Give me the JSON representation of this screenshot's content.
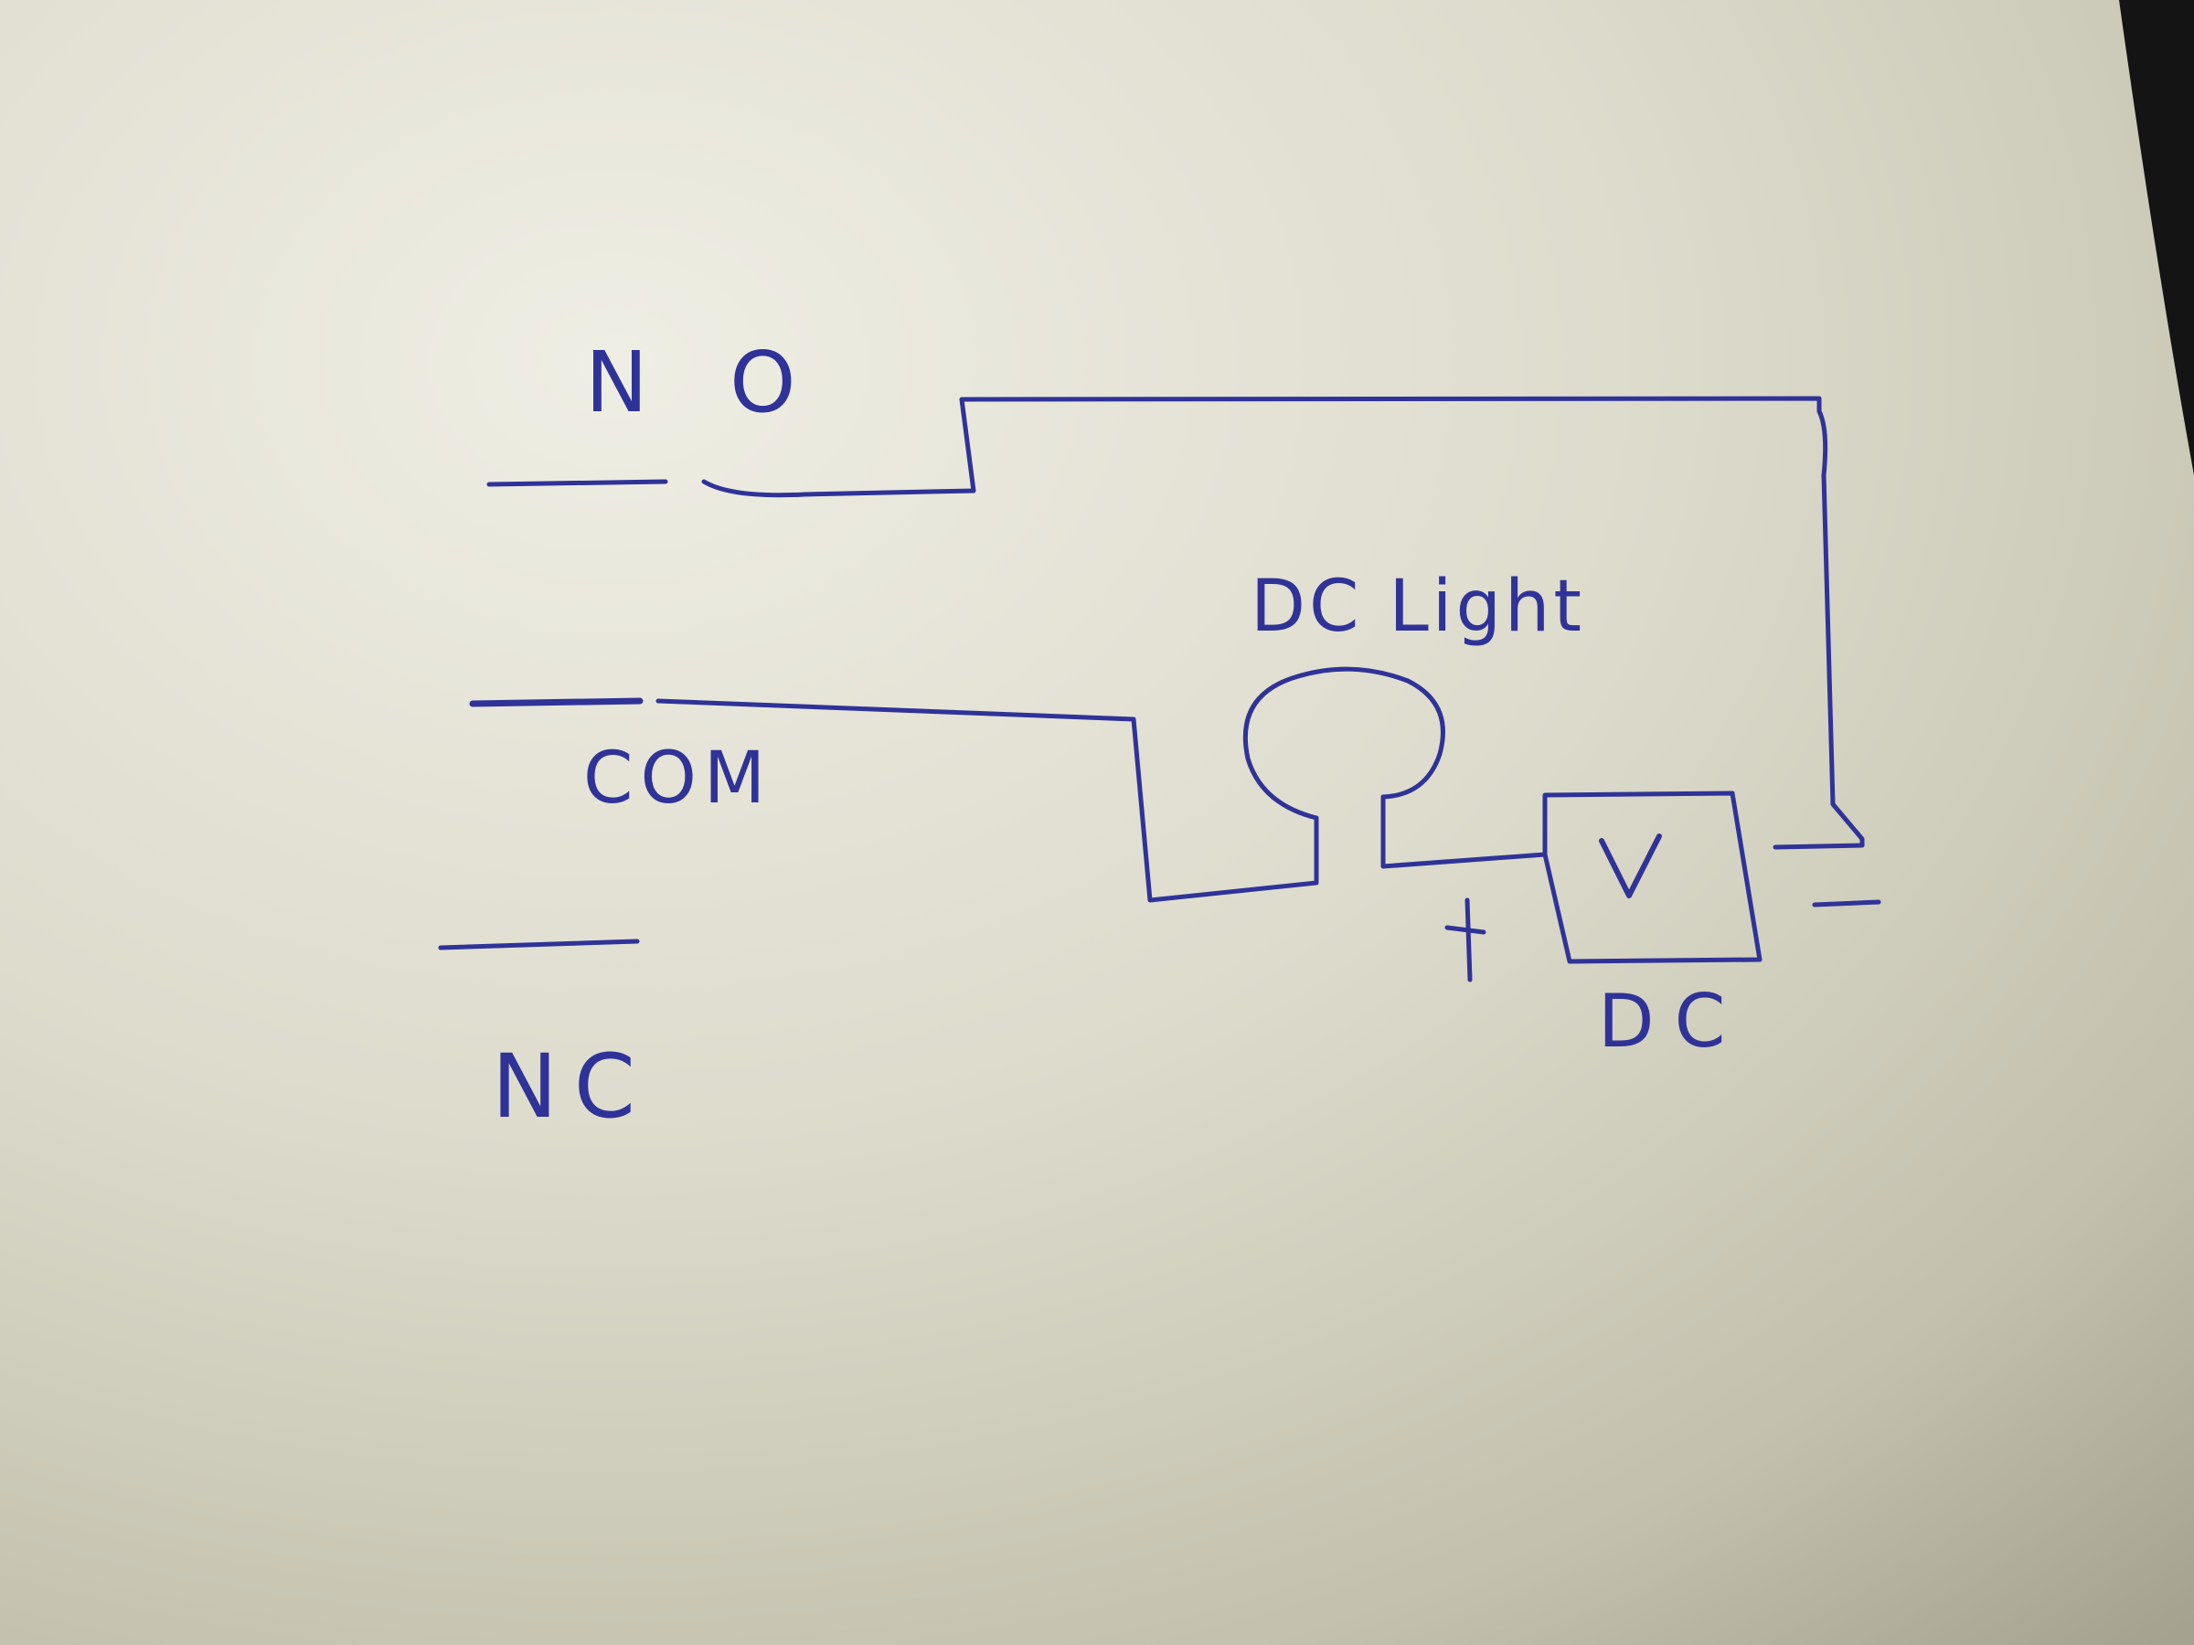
{
  "diagram": {
    "labels": {
      "no": "N O",
      "com": "COM",
      "nc": "NC",
      "light": "DC Light",
      "source_symbol": "V",
      "plus": "+",
      "minus": "−",
      "source": "DC"
    }
  },
  "colors": {
    "ink": "#2f3398",
    "paper_light": "#ecebe0",
    "paper_mid": "#d6d4c4",
    "paper_shadow": "#a9a793",
    "table_edge": "#141414"
  }
}
